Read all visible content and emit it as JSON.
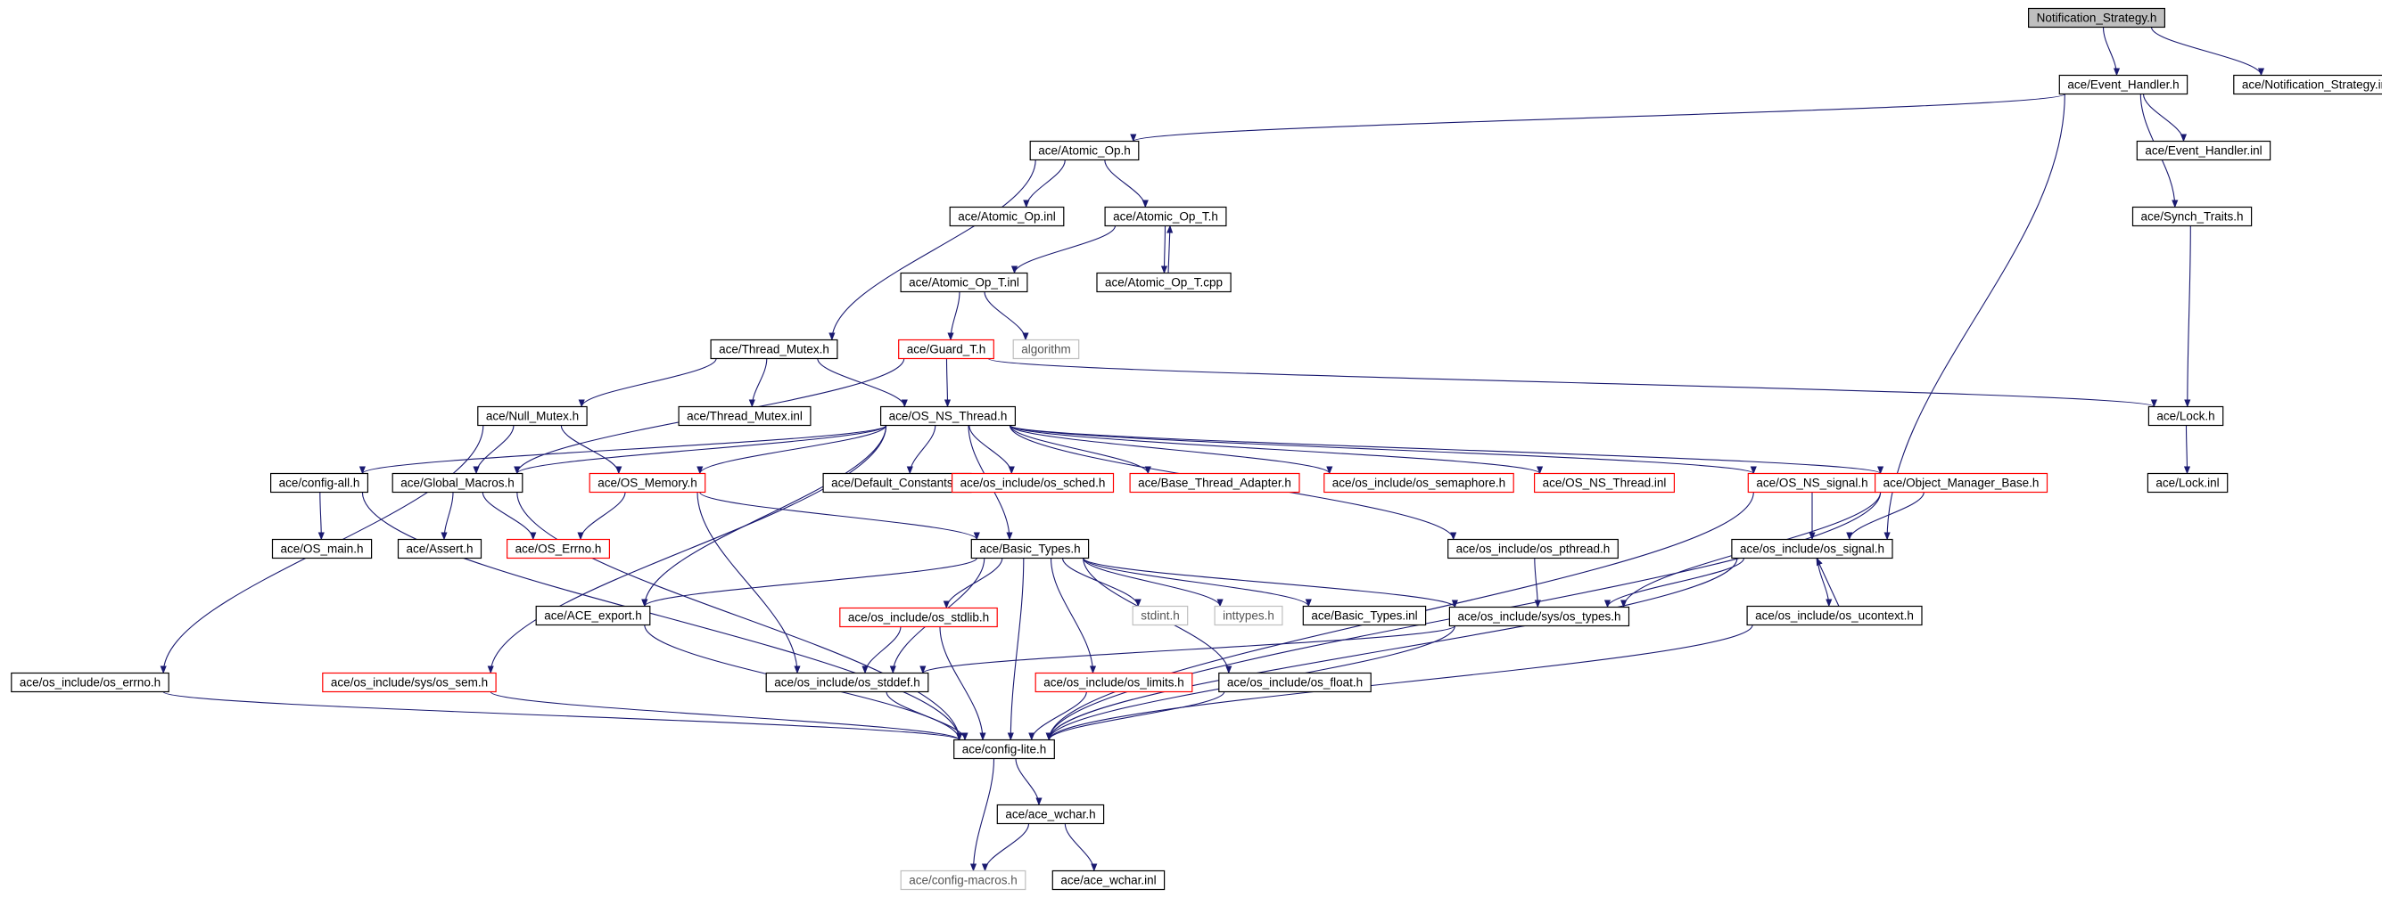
{
  "graph": {
    "title": "",
    "colors": {
      "background": "#ffffff",
      "edge": "#191970",
      "box_normal": "#000000",
      "box_missing": "#ff0000",
      "box_external": "#bfbfbf",
      "root_fill": "#bfbfbf"
    },
    "nodes": [
      {
        "id": "root",
        "label": "Notification_Strategy.h",
        "style": "root"
      },
      {
        "id": "event_handler_h",
        "label": "ace/Event_Handler.h",
        "style": "normal"
      },
      {
        "id": "notification_strategy_inl",
        "label": "ace/Notification_Strategy.inl",
        "style": "normal"
      },
      {
        "id": "atomic_op_h",
        "label": "ace/Atomic_Op.h",
        "style": "normal"
      },
      {
        "id": "event_handler_inl",
        "label": "ace/Event_Handler.inl",
        "style": "normal"
      },
      {
        "id": "atomic_op_inl",
        "label": "ace/Atomic_Op.inl",
        "style": "normal"
      },
      {
        "id": "atomic_op_t_h",
        "label": "ace/Atomic_Op_T.h",
        "style": "normal"
      },
      {
        "id": "synch_traits_h",
        "label": "ace/Synch_Traits.h",
        "style": "normal"
      },
      {
        "id": "atomic_op_t_inl",
        "label": "ace/Atomic_Op_T.inl",
        "style": "normal"
      },
      {
        "id": "atomic_op_t_cpp",
        "label": "ace/Atomic_Op_T.cpp",
        "style": "normal"
      },
      {
        "id": "thread_mutex_h",
        "label": "ace/Thread_Mutex.h",
        "style": "normal"
      },
      {
        "id": "guard_t_h",
        "label": "ace/Guard_T.h",
        "style": "missing"
      },
      {
        "id": "algorithm",
        "label": "algorithm",
        "style": "external"
      },
      {
        "id": "null_mutex_h",
        "label": "ace/Null_Mutex.h",
        "style": "normal"
      },
      {
        "id": "thread_mutex_inl",
        "label": "ace/Thread_Mutex.inl",
        "style": "normal"
      },
      {
        "id": "os_ns_thread_h",
        "label": "ace/OS_NS_Thread.h",
        "style": "normal"
      },
      {
        "id": "lock_h",
        "label": "ace/Lock.h",
        "style": "normal"
      },
      {
        "id": "config_all_h",
        "label": "ace/config-all.h",
        "style": "normal"
      },
      {
        "id": "global_macros_h",
        "label": "ace/Global_Macros.h",
        "style": "normal"
      },
      {
        "id": "os_memory_h",
        "label": "ace/OS_Memory.h",
        "style": "missing"
      },
      {
        "id": "default_constants_h",
        "label": "ace/Default_Constants.h",
        "style": "normal"
      },
      {
        "id": "os_sched_h",
        "label": "ace/os_include/os_sched.h",
        "style": "missing"
      },
      {
        "id": "base_thread_adapter_h",
        "label": "ace/Base_Thread_Adapter.h",
        "style": "missing"
      },
      {
        "id": "os_semaphore_h",
        "label": "ace/os_include/os_semaphore.h",
        "style": "missing"
      },
      {
        "id": "os_ns_thread_inl",
        "label": "ace/OS_NS_Thread.inl",
        "style": "missing"
      },
      {
        "id": "os_ns_signal_h",
        "label": "ace/OS_NS_signal.h",
        "style": "missing"
      },
      {
        "id": "object_manager_base_h",
        "label": "ace/Object_Manager_Base.h",
        "style": "missing"
      },
      {
        "id": "lock_inl",
        "label": "ace/Lock.inl",
        "style": "normal"
      },
      {
        "id": "os_main_h",
        "label": "ace/OS_main.h",
        "style": "normal"
      },
      {
        "id": "assert_h",
        "label": "ace/Assert.h",
        "style": "normal"
      },
      {
        "id": "os_errno_h",
        "label": "ace/OS_Errno.h",
        "style": "missing"
      },
      {
        "id": "basic_types_h",
        "label": "ace/Basic_Types.h",
        "style": "normal"
      },
      {
        "id": "os_pthread_h",
        "label": "ace/os_include/os_pthread.h",
        "style": "normal"
      },
      {
        "id": "os_signal_h",
        "label": "ace/os_include/os_signal.h",
        "style": "normal"
      },
      {
        "id": "ace_export_h",
        "label": "ace/ACE_export.h",
        "style": "normal"
      },
      {
        "id": "os_stdlib_h",
        "label": "ace/os_include/os_stdlib.h",
        "style": "missing"
      },
      {
        "id": "stdint_h",
        "label": "stdint.h",
        "style": "external"
      },
      {
        "id": "inttypes_h",
        "label": "inttypes.h",
        "style": "external"
      },
      {
        "id": "basic_types_inl",
        "label": "ace/Basic_Types.inl",
        "style": "normal"
      },
      {
        "id": "sys_os_types_h",
        "label": "ace/os_include/sys/os_types.h",
        "style": "normal"
      },
      {
        "id": "os_ucontext_h",
        "label": "ace/os_include/os_ucontext.h",
        "style": "normal"
      },
      {
        "id": "os_errno_inc_h",
        "label": "ace/os_include/os_errno.h",
        "style": "normal"
      },
      {
        "id": "sys_os_sem_h",
        "label": "ace/os_include/sys/os_sem.h",
        "style": "missing"
      },
      {
        "id": "os_stddef_h",
        "label": "ace/os_include/os_stddef.h",
        "style": "normal"
      },
      {
        "id": "os_limits_h",
        "label": "ace/os_include/os_limits.h",
        "style": "missing"
      },
      {
        "id": "os_float_h",
        "label": "ace/os_include/os_float.h",
        "style": "normal"
      },
      {
        "id": "config_lite_h",
        "label": "ace/config-lite.h",
        "style": "normal"
      },
      {
        "id": "ace_wchar_h",
        "label": "ace/ace_wchar.h",
        "style": "normal"
      },
      {
        "id": "config_macros_h",
        "label": "ace/config-macros.h",
        "style": "external"
      },
      {
        "id": "ace_wchar_inl",
        "label": "ace/ace_wchar.inl",
        "style": "normal"
      }
    ],
    "edges": [
      [
        "root",
        "event_handler_h"
      ],
      [
        "root",
        "notification_strategy_inl"
      ],
      [
        "event_handler_h",
        "atomic_op_h"
      ],
      [
        "event_handler_h",
        "event_handler_inl"
      ],
      [
        "event_handler_h",
        "synch_traits_h"
      ],
      [
        "event_handler_h",
        "os_signal_h"
      ],
      [
        "atomic_op_h",
        "thread_mutex_h"
      ],
      [
        "atomic_op_h",
        "atomic_op_inl"
      ],
      [
        "atomic_op_h",
        "atomic_op_t_h"
      ],
      [
        "atomic_op_t_h",
        "atomic_op_t_inl"
      ],
      [
        "atomic_op_t_h",
        "atomic_op_t_cpp"
      ],
      [
        "atomic_op_t_cpp",
        "atomic_op_t_h"
      ],
      [
        "atomic_op_t_inl",
        "guard_t_h"
      ],
      [
        "atomic_op_t_inl",
        "algorithm"
      ],
      [
        "synch_traits_h",
        "lock_h"
      ],
      [
        "thread_mutex_h",
        "null_mutex_h"
      ],
      [
        "thread_mutex_h",
        "thread_mutex_inl"
      ],
      [
        "thread_mutex_h",
        "os_ns_thread_h"
      ],
      [
        "guard_t_h",
        "os_ns_thread_h"
      ],
      [
        "guard_t_h",
        "lock_h"
      ],
      [
        "guard_t_h",
        "global_macros_h"
      ],
      [
        "null_mutex_h",
        "global_macros_h"
      ],
      [
        "null_mutex_h",
        "os_memory_h"
      ],
      [
        "null_mutex_h",
        "os_errno_inc_h"
      ],
      [
        "os_ns_thread_h",
        "config_all_h"
      ],
      [
        "os_ns_thread_h",
        "global_macros_h"
      ],
      [
        "os_ns_thread_h",
        "os_memory_h"
      ],
      [
        "os_ns_thread_h",
        "default_constants_h"
      ],
      [
        "os_ns_thread_h",
        "os_sched_h"
      ],
      [
        "os_ns_thread_h",
        "base_thread_adapter_h"
      ],
      [
        "os_ns_thread_h",
        "os_semaphore_h"
      ],
      [
        "os_ns_thread_h",
        "os_ns_thread_inl"
      ],
      [
        "os_ns_thread_h",
        "os_ns_signal_h"
      ],
      [
        "os_ns_thread_h",
        "object_manager_base_h"
      ],
      [
        "os_ns_thread_h",
        "os_pthread_h"
      ],
      [
        "os_ns_thread_h",
        "basic_types_h"
      ],
      [
        "os_ns_thread_h",
        "sys_os_sem_h"
      ],
      [
        "os_ns_thread_h",
        "ace_export_h"
      ],
      [
        "lock_h",
        "lock_inl"
      ],
      [
        "config_all_h",
        "os_main_h"
      ],
      [
        "config_all_h",
        "config_lite_h"
      ],
      [
        "global_macros_h",
        "assert_h"
      ],
      [
        "global_macros_h",
        "os_errno_h"
      ],
      [
        "global_macros_h",
        "config_lite_h"
      ],
      [
        "os_memory_h",
        "os_errno_h"
      ],
      [
        "os_memory_h",
        "basic_types_h"
      ],
      [
        "os_memory_h",
        "os_stddef_h"
      ],
      [
        "os_ns_signal_h",
        "os_signal_h"
      ],
      [
        "os_ns_signal_h",
        "config_lite_h"
      ],
      [
        "object_manager_base_h",
        "os_signal_h"
      ],
      [
        "object_manager_base_h",
        "sys_os_types_h"
      ],
      [
        "object_manager_base_h",
        "config_lite_h"
      ],
      [
        "basic_types_h",
        "ace_export_h"
      ],
      [
        "basic_types_h",
        "os_stdlib_h"
      ],
      [
        "basic_types_h",
        "stdint_h"
      ],
      [
        "basic_types_h",
        "inttypes_h"
      ],
      [
        "basic_types_h",
        "basic_types_inl"
      ],
      [
        "basic_types_h",
        "sys_os_types_h"
      ],
      [
        "basic_types_h",
        "os_limits_h"
      ],
      [
        "basic_types_h",
        "os_float_h"
      ],
      [
        "basic_types_h",
        "os_stddef_h"
      ],
      [
        "basic_types_h",
        "config_lite_h"
      ],
      [
        "os_pthread_h",
        "sys_os_types_h"
      ],
      [
        "os_signal_h",
        "sys_os_types_h"
      ],
      [
        "os_signal_h",
        "os_ucontext_h"
      ],
      [
        "os_signal_h",
        "config_lite_h"
      ],
      [
        "os_ucontext_h",
        "os_signal_h"
      ],
      [
        "os_ucontext_h",
        "config_lite_h"
      ],
      [
        "ace_export_h",
        "config_lite_h"
      ],
      [
        "os_stdlib_h",
        "os_stddef_h"
      ],
      [
        "os_stdlib_h",
        "config_lite_h"
      ],
      [
        "sys_os_types_h",
        "os_stddef_h"
      ],
      [
        "sys_os_types_h",
        "config_lite_h"
      ],
      [
        "os_errno_inc_h",
        "config_lite_h"
      ],
      [
        "sys_os_sem_h",
        "config_lite_h"
      ],
      [
        "os_stddef_h",
        "config_lite_h"
      ],
      [
        "os_limits_h",
        "config_lite_h"
      ],
      [
        "os_float_h",
        "config_lite_h"
      ],
      [
        "config_lite_h",
        "ace_wchar_h"
      ],
      [
        "config_lite_h",
        "config_macros_h"
      ],
      [
        "ace_wchar_h",
        "config_macros_h"
      ],
      [
        "ace_wchar_h",
        "ace_wchar_inl"
      ]
    ]
  }
}
